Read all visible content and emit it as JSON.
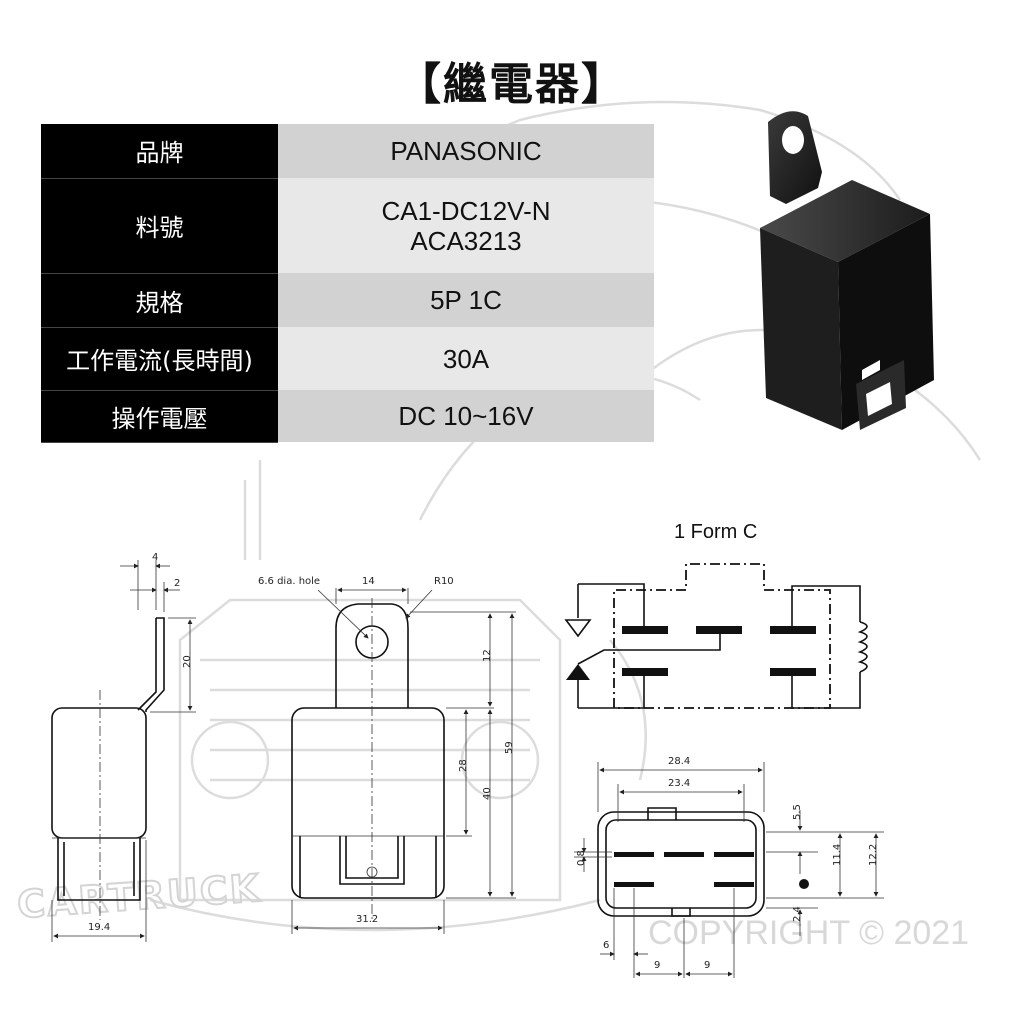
{
  "title": "【繼電器】",
  "specs": [
    {
      "key": "品牌",
      "value": "PANASONIC"
    },
    {
      "key": "料號",
      "value": "CA1-DC12V-N",
      "value2": "ACA3213"
    },
    {
      "key": "規格",
      "value": "5P 1C"
    },
    {
      "key": "工作電流(長時間)",
      "value": "30A"
    },
    {
      "key": "操作電壓",
      "value": "DC 10~16V"
    }
  ],
  "watermark": {
    "brand": "CARTRUCK",
    "copyright": "COPYRIGHT © 2021"
  },
  "diagram": {
    "form_label": "1 Form C",
    "side_view": {
      "d4": "4",
      "d2": "2",
      "d20": "20",
      "d19_4": "19.4"
    },
    "front_view": {
      "hole": "6.6 dia. hole",
      "d14": "14",
      "r10": "R10",
      "d12": "12",
      "d28": "28",
      "d40": "40",
      "d59": "59",
      "d31_2": "31.2"
    },
    "bottom_view": {
      "d28_4": "28.4",
      "d23_4": "23.4",
      "d5_5": "5.5",
      "d0_8": "0.8",
      "d11_4": "11.4",
      "d12_2": "12.2",
      "d2_4": "2.4",
      "d6": "6",
      "d9a": "9",
      "d9b": "9"
    }
  },
  "colors": {
    "header_bg": "#000000",
    "value_dark": "#d2d2d2",
    "value_light": "#e8e8e8"
  }
}
